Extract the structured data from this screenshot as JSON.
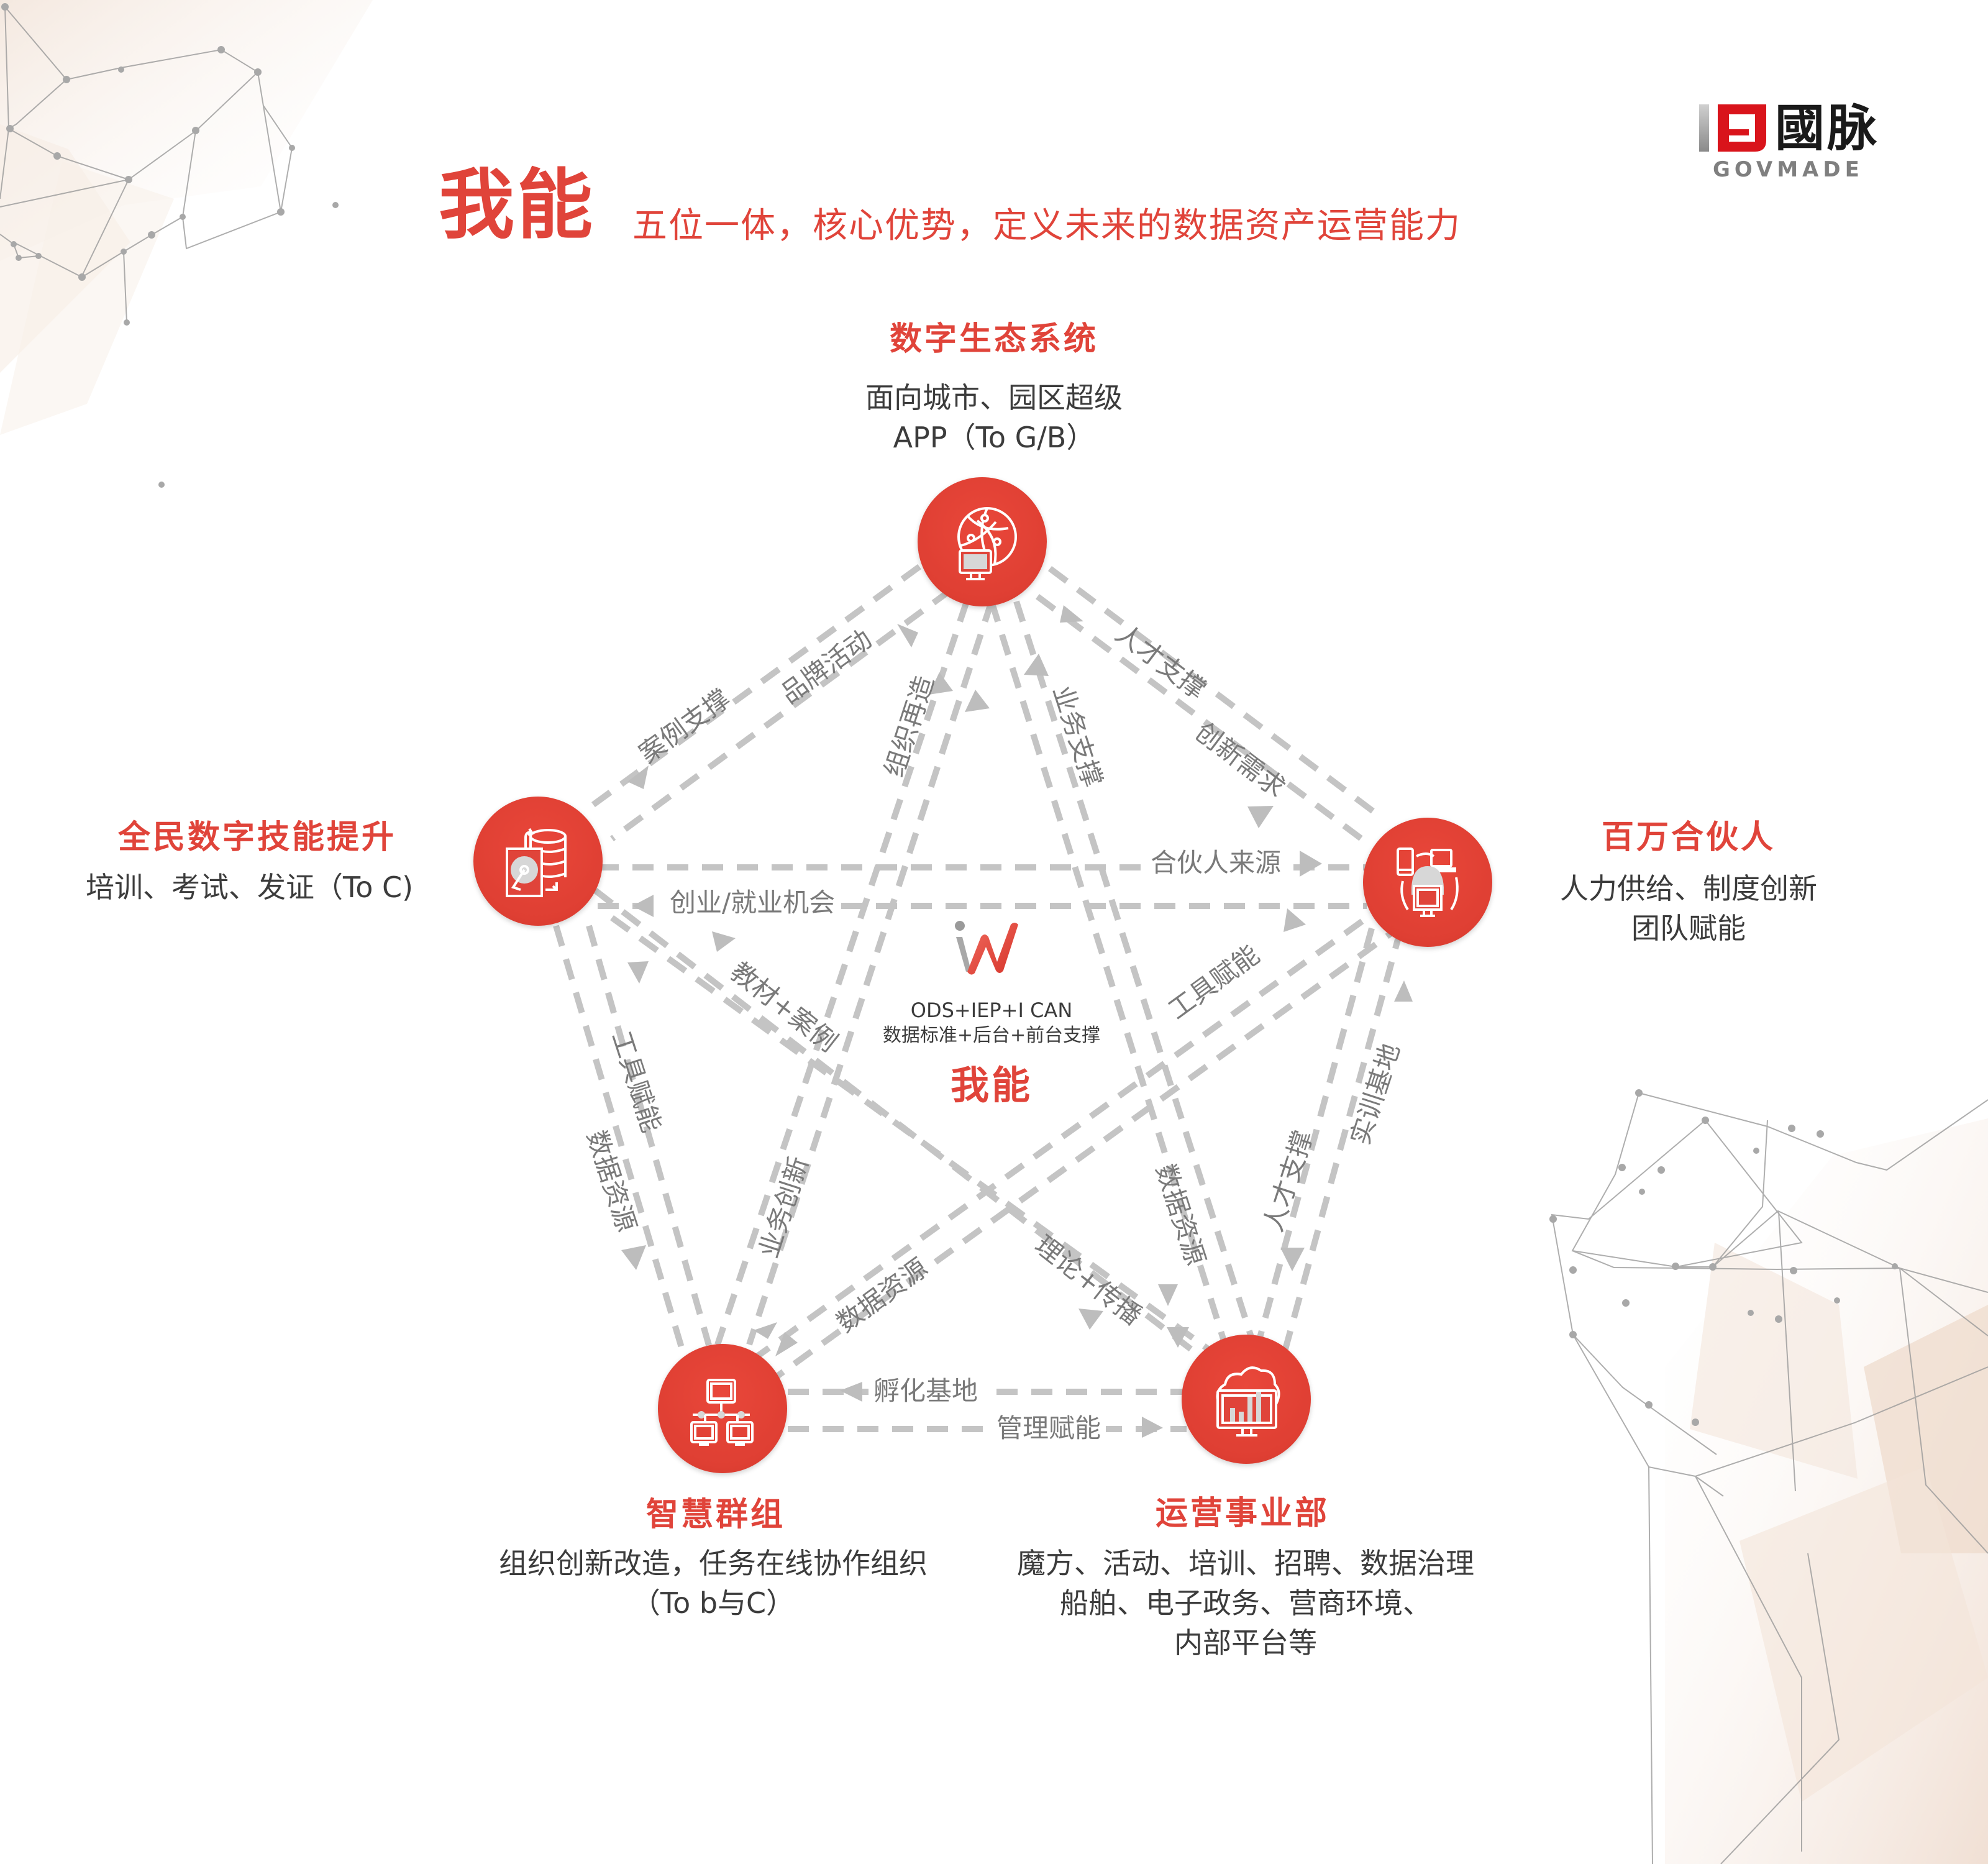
{
  "header": {
    "title": "我能",
    "subtitle": "五位一体，核心优势，定义未来的数据资产运营能力"
  },
  "logo": {
    "cn": "國脉",
    "en": "GOVMADE",
    "brand_color": "#d9141b",
    "icon": "govmade-logo-mark"
  },
  "colors": {
    "accent_red": "#e0443a",
    "line_gray": "#c4c4c4",
    "label_gray": "#7a7a7a",
    "text_dark": "#3c3c3c"
  },
  "center": {
    "icon": "iw-logo",
    "line1": "ODS+IEP+I CAN",
    "line2": "数据标准+后台+前台支撑",
    "title": "我能"
  },
  "nodes": {
    "top": {
      "title": "数字生态系统",
      "desc_lines": [
        "面向城市、园区超级",
        "APP（To G/B）"
      ],
      "icon": "globe-monitor-icon"
    },
    "left": {
      "title": "全民数字技能提升",
      "desc_lines": [
        "培训、考试、发证（To C)"
      ],
      "icon": "database-disk-icon"
    },
    "right": {
      "title": "百万合伙人",
      "desc_lines": [
        "人力供给、制度创新",
        "团队赋能"
      ],
      "icon": "devices-person-icon"
    },
    "bottom_left": {
      "title": "智慧群组",
      "desc_lines": [
        "组织创新改造，任务在线协作组织",
        "（To b与C）"
      ],
      "icon": "network-computers-icon"
    },
    "bottom_right": {
      "title": "运营事业部",
      "desc_lines": [
        "魔方、活动、培训、招聘、数据治理",
        "船舶、电子政务、营商环境、",
        "内部平台等"
      ],
      "icon": "cloud-chart-monitor-icon"
    }
  },
  "edges": [
    {
      "from": "top",
      "to": "left",
      "labels": [
        "案例支撑",
        "品牌活动"
      ]
    },
    {
      "from": "top",
      "to": "bottom_left",
      "labels": [
        "组织再造",
        "业务创新"
      ]
    },
    {
      "from": "top",
      "to": "bottom_right",
      "labels": [
        "业务支撑",
        "数据资源"
      ]
    },
    {
      "from": "top",
      "to": "right",
      "labels": [
        "人才支撑",
        "创新需求"
      ]
    },
    {
      "from": "left",
      "to": "right",
      "labels": [
        "合伙人来源",
        "创业/就业机会"
      ]
    },
    {
      "from": "left",
      "to": "bottom_right",
      "labels": [
        "教材+案例",
        "理论+传播"
      ]
    },
    {
      "from": "left",
      "to": "bottom_left",
      "labels": [
        "工具赋能",
        "数据资源"
      ]
    },
    {
      "from": "right",
      "to": "bottom_left",
      "labels": [
        "工具赋能",
        "数据资源"
      ]
    },
    {
      "from": "right",
      "to": "bottom_right",
      "labels": [
        "实训基地",
        "人才支撑"
      ]
    },
    {
      "from": "bottom_left",
      "to": "bottom_right",
      "labels": [
        "孵化基地",
        "管理赋能"
      ]
    }
  ]
}
